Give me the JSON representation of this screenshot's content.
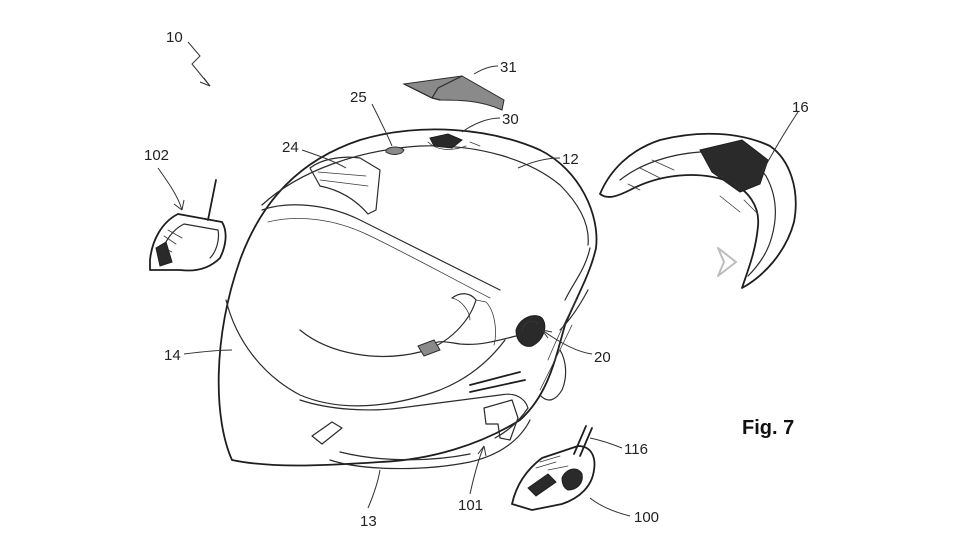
{
  "figure": {
    "caption": "Fig. 7"
  },
  "labels": {
    "assembly": "10",
    "shell": "12",
    "chin_guard": "13",
    "visor": "14",
    "rear_spoiler": "16",
    "communication_unit": "20",
    "vent": "24",
    "opening": "25",
    "mount": "30",
    "cover": "31",
    "control_module": "100",
    "lower_slot": "101",
    "left_module": "102",
    "antenna": "116"
  },
  "navigation": {
    "next_icon": "chevron-right-icon",
    "icon_color": "#bdbdbd"
  }
}
